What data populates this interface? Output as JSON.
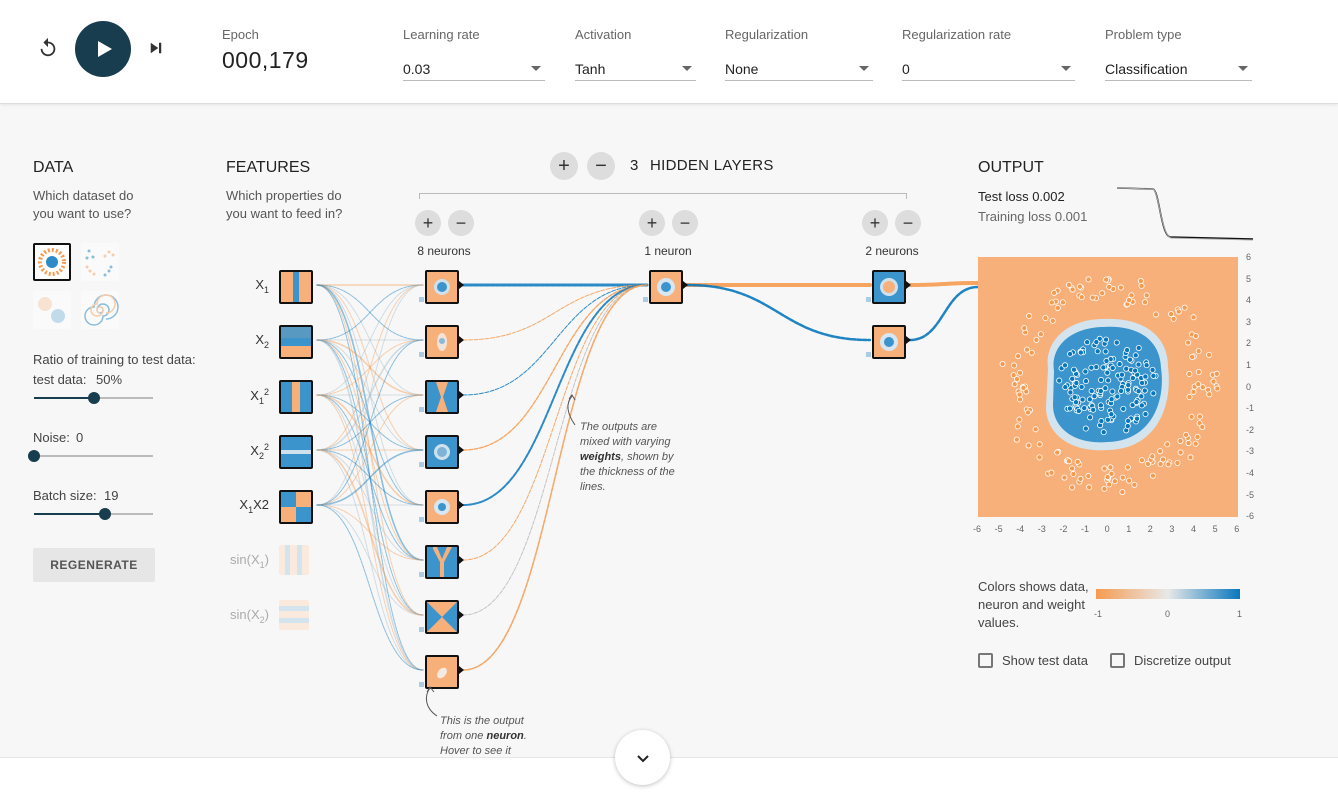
{
  "controls": {
    "reset_icon": "reset-icon",
    "play_icon": "play-icon",
    "step_icon": "step-forward-icon"
  },
  "epoch": {
    "label": "Epoch",
    "value": "000,179"
  },
  "params": {
    "learning_rate": {
      "label": "Learning rate",
      "value": "0.03"
    },
    "activation": {
      "label": "Activation",
      "value": "Tanh"
    },
    "regularization": {
      "label": "Regularization",
      "value": "None"
    },
    "regularization_rate": {
      "label": "Regularization rate",
      "value": "0"
    },
    "problem_type": {
      "label": "Problem type",
      "value": "Classification"
    }
  },
  "data_panel": {
    "title": "DATA",
    "question": "Which dataset do you want to use?",
    "ratio_label": "Ratio of training to test data:",
    "ratio_value": "50%",
    "ratio_fraction": 0.5,
    "noise_label": "Noise:",
    "noise_value": "0",
    "noise_fraction": 0,
    "batch_label": "Batch size:",
    "batch_value": "19",
    "batch_fraction": 0.6,
    "regenerate": "REGENERATE"
  },
  "features": {
    "title": "FEATURES",
    "question": "Which properties do you want to feed in?",
    "items": [
      {
        "base": "X",
        "sub": "1",
        "sup": "",
        "tail": "",
        "active": true
      },
      {
        "base": "X",
        "sub": "2",
        "sup": "",
        "tail": "",
        "active": true
      },
      {
        "base": "X",
        "sub": "1",
        "sup": "2",
        "tail": "",
        "active": true
      },
      {
        "base": "X",
        "sub": "2",
        "sup": "2",
        "tail": "",
        "active": true
      },
      {
        "base": "X",
        "sub": "1",
        "sup": "",
        "tail": "X2",
        "active": true
      },
      {
        "base": "sin(X",
        "sub": "1",
        "sup": "",
        "tail": ")",
        "active": false
      },
      {
        "base": "sin(X",
        "sub": "2",
        "sup": "",
        "tail": ")",
        "active": false
      }
    ]
  },
  "network": {
    "layer_count": "3",
    "hidden_layers_label": "HIDDEN LAYERS",
    "layers": [
      {
        "label": "8 neurons"
      },
      {
        "label": "1 neuron"
      },
      {
        "label": "2 neurons"
      }
    ],
    "annotation_weights_pre": "The outputs are mixed with varying",
    "annotation_weights_bold": "weights",
    "annotation_weights_post": ", shown by the thickness of the lines.",
    "annotation_neuron_pre": "This is the output from one",
    "annotation_neuron_bold": "neuron",
    "annotation_neuron_post": ". Hover to see it larger."
  },
  "output": {
    "title": "OUTPUT",
    "test_loss_label": "Test loss",
    "test_loss_value": "0.002",
    "training_loss_label": "Training loss",
    "training_loss_value": "0.001",
    "x_ticks": [
      "-6",
      "-5",
      "-4",
      "-3",
      "-2",
      "-1",
      "0",
      "1",
      "2",
      "3",
      "4",
      "5",
      "6"
    ],
    "y_ticks": [
      "6",
      "5",
      "4",
      "3",
      "2",
      "1",
      "0",
      "-1",
      "-2",
      "-3",
      "-4",
      "-5",
      "-6"
    ],
    "legend_text": "Colors shows data, neuron and weight values.",
    "legend_ticks": [
      "-1",
      "0",
      "1"
    ],
    "show_test_data": "Show test data",
    "discretize_output": "Discretize output"
  },
  "colors": {
    "orange": "#f59b50",
    "blue": "#0877bd",
    "dark": "#183d4e"
  }
}
